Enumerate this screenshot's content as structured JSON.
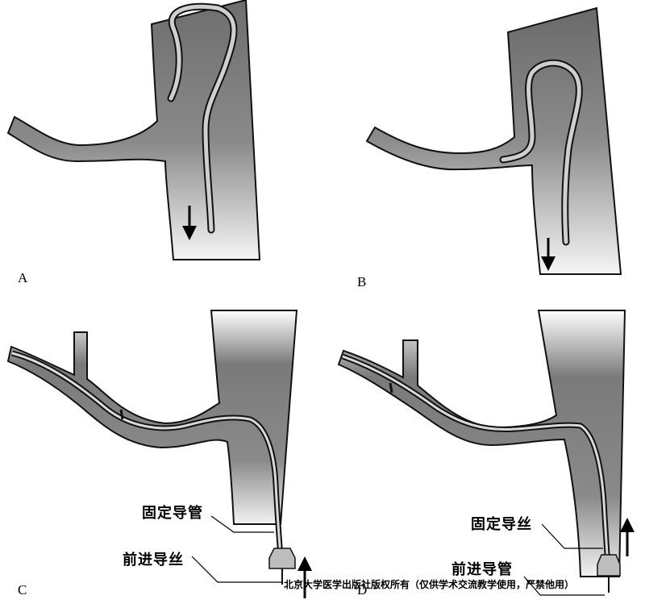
{
  "panels": {
    "a": {
      "label": "A"
    },
    "b": {
      "label": "B"
    },
    "c": {
      "label": "C",
      "callout_top": "固定导管",
      "callout_bottom": "前进导丝"
    },
    "d": {
      "label": "D",
      "callout_top": "固定导丝",
      "callout_bottom": "前进导管"
    }
  },
  "watermark": "北京大学医学出版社版权所有（仅供学术交流教学使用，严禁他用）",
  "colors": {
    "vessel_dark": "#666666",
    "vessel_light": "#f2f2f2",
    "outline": "#111111",
    "catheter_fill": "#bdbdbd"
  }
}
